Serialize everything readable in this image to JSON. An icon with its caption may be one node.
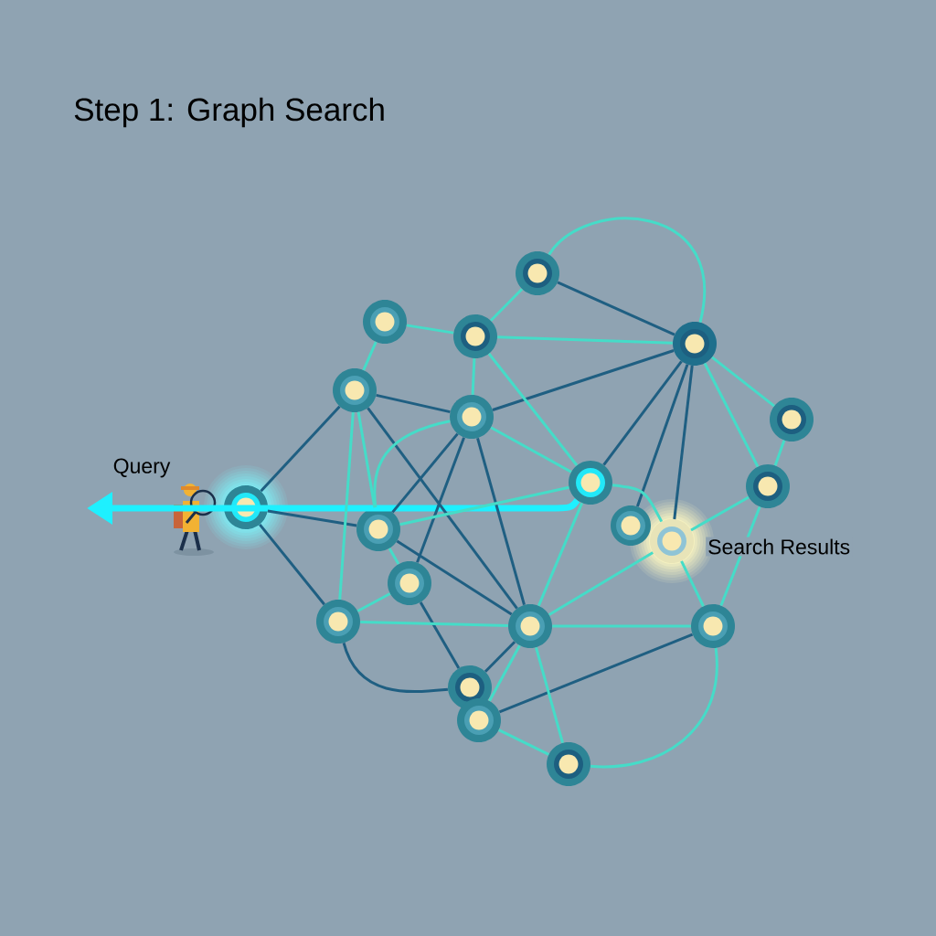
{
  "diagram": {
    "title": "Step 1: Graph Search",
    "nodes": [
      {
        "text": [],
        "shape": "circle"
      },
      {
        "text": [],
        "shape": "circle"
      },
      {
        "text": [],
        "shape": "circle"
      },
      {
        "text": [],
        "shape": "circle"
      },
      {
        "text": [],
        "shape": "circle"
      },
      {
        "text": [],
        "shape": "circle"
      },
      {
        "text": [],
        "shape": "circle"
      },
      {
        "text": [],
        "shape": "circle"
      },
      {
        "text": [],
        "shape": "circle"
      },
      {
        "text": [],
        "shape": "circle"
      },
      {
        "text": [],
        "shape": "circle"
      },
      {
        "text": [],
        "shape": "circle",
        "beside": [
          "Search Results"
        ]
      },
      {
        "text": [],
        "shape": "circle"
      },
      {
        "text": [],
        "shape": "circle"
      },
      {
        "text": [],
        "shape": "circle"
      },
      {
        "text": [],
        "shape": "circle"
      },
      {
        "text": [],
        "shape": "circle"
      },
      {
        "text": [],
        "shape": "circle"
      },
      {
        "text": [],
        "shape": "circle"
      },
      {
        "text": [],
        "shape": "circle"
      }
    ],
    "edges": [
      {
        "from": 7,
        "to": null,
        "arrow": "to",
        "style": "thick",
        "color": "#1ef0ff"
      },
      {
        "from": 0,
        "to": 5,
        "arrow": "none",
        "color": "#1f5f82"
      },
      {
        "from": 0,
        "to": 12,
        "arrow": "none",
        "color": "#1f5f82"
      },
      {
        "from": 0,
        "to": 14,
        "arrow": "none",
        "color": "#1f5f82"
      },
      {
        "from": 3,
        "to": 4,
        "arrow": "none",
        "color": "#1f5f82"
      },
      {
        "from": 5,
        "to": 6,
        "arrow": "none",
        "color": "#1f5f82"
      },
      {
        "from": 5,
        "to": 15,
        "arrow": "none",
        "color": "#1f5f82"
      },
      {
        "from": 6,
        "to": 4,
        "arrow": "none",
        "color": "#1f5f82"
      },
      {
        "from": 6,
        "to": 12,
        "arrow": "none",
        "color": "#1f5f82"
      },
      {
        "from": 6,
        "to": 13,
        "arrow": "none",
        "color": "#1f5f82"
      },
      {
        "from": 6,
        "to": 15,
        "arrow": "none",
        "color": "#1f5f82"
      },
      {
        "from": 4,
        "to": 7,
        "arrow": "none",
        "color": "#1f5f82"
      },
      {
        "from": 4,
        "to": 10,
        "arrow": "none",
        "color": "#1f5f82"
      },
      {
        "from": 4,
        "to": 11,
        "arrow": "none",
        "color": "#1f5f82"
      },
      {
        "from": 12,
        "to": 15,
        "arrow": "none",
        "color": "#1f5f82"
      },
      {
        "from": 13,
        "to": 17,
        "arrow": "none",
        "color": "#1f5f82"
      },
      {
        "from": 14,
        "to": 17,
        "arrow": "none",
        "color": "#1f5f82"
      },
      {
        "from": 17,
        "to": 15,
        "arrow": "none",
        "color": "#1f5f82"
      },
      {
        "from": 18,
        "to": 16,
        "arrow": "none",
        "color": "#1f5f82"
      },
      {
        "from": 3,
        "to": 2,
        "arrow": "none"
      },
      {
        "from": 3,
        "to": 4,
        "arrow": "none"
      },
      {
        "from": 1,
        "to": 2,
        "arrow": "none"
      },
      {
        "from": 1,
        "to": 5,
        "arrow": "none"
      },
      {
        "from": 2,
        "to": 4,
        "arrow": "none"
      },
      {
        "from": 2,
        "to": 6,
        "arrow": "none"
      },
      {
        "from": 2,
        "to": 7,
        "arrow": "none"
      },
      {
        "from": 5,
        "to": 12,
        "arrow": "none"
      },
      {
        "from": 5,
        "to": 14,
        "arrow": "none"
      },
      {
        "from": 6,
        "to": 7,
        "arrow": "none"
      },
      {
        "from": 6,
        "to": 12,
        "arrow": "none"
      },
      {
        "from": 12,
        "to": 7,
        "arrow": "none"
      },
      {
        "from": 12,
        "to": 13,
        "arrow": "none"
      },
      {
        "from": 13,
        "to": 14,
        "arrow": "none"
      },
      {
        "from": 14,
        "to": 15,
        "arrow": "none"
      },
      {
        "from": 7,
        "to": 15,
        "arrow": "none"
      },
      {
        "from": 7,
        "to": 11,
        "arrow": "none"
      },
      {
        "from": 4,
        "to": 8,
        "arrow": "none"
      },
      {
        "from": 4,
        "to": 9,
        "arrow": "none"
      },
      {
        "from": 8,
        "to": 9,
        "arrow": "none"
      },
      {
        "from": 9,
        "to": 11,
        "arrow": "none"
      },
      {
        "from": 9,
        "to": 16,
        "arrow": "none"
      },
      {
        "from": 11,
        "to": 15,
        "arrow": "none"
      },
      {
        "from": 11,
        "to": 16,
        "arrow": "none"
      },
      {
        "from": 15,
        "to": 16,
        "arrow": "none"
      },
      {
        "from": 15,
        "to": 18,
        "arrow": "none"
      },
      {
        "from": 15,
        "to": 19,
        "arrow": "none"
      },
      {
        "from": 18,
        "to": 19,
        "arrow": "none"
      },
      {
        "from": 16,
        "to": 19,
        "arrow": "none"
      }
    ],
    "labels": [
      "Query"
    ]
  }
}
